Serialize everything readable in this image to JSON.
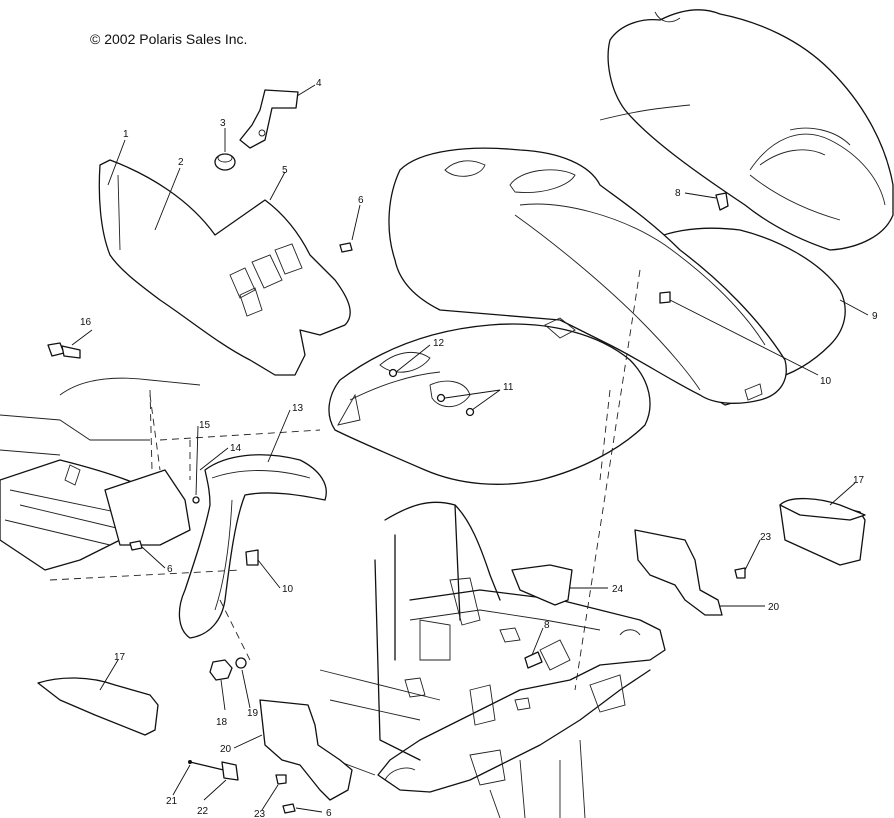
{
  "copyright": "© 2002 Polaris Sales Inc.",
  "callouts": {
    "c1": "1",
    "c2": "2",
    "c3": "3",
    "c4": "4",
    "c5": "5",
    "c6a": "6",
    "c6b": "6",
    "c6c": "6",
    "c8a": "8",
    "c8b": "8",
    "c9": "9",
    "c10a": "10",
    "c10b": "10",
    "c11": "11",
    "c12": "12",
    "c13": "13",
    "c14": "14",
    "c15": "15",
    "c16": "16",
    "c17a": "17",
    "c17b": "17",
    "c18": "18",
    "c19": "19",
    "c20a": "20",
    "c20b": "20",
    "c21": "21",
    "c22": "22",
    "c23a": "23",
    "c23b": "23",
    "c24": "24"
  }
}
